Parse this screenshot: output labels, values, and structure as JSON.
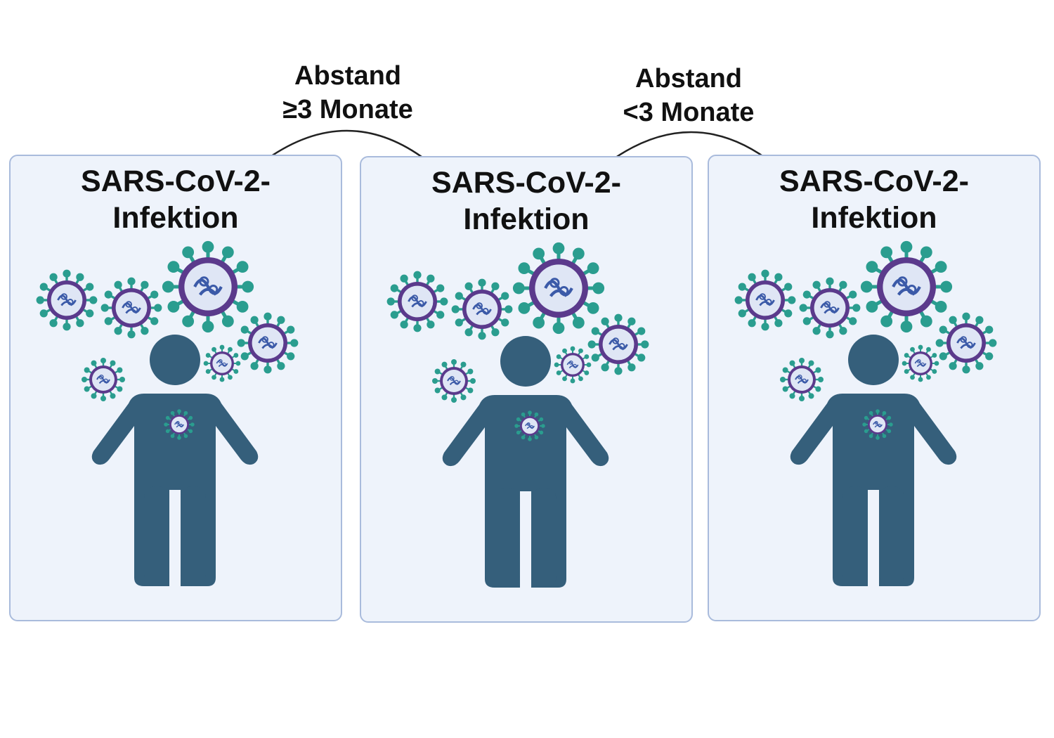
{
  "panels": [
    {
      "title_line1": "SARS-CoV-2-",
      "title_line2": "Infektion",
      "icon": "person-with-virus-icon"
    },
    {
      "title_line1": "SARS-CoV-2-",
      "title_line2": "Infektion",
      "icon": "person-with-virus-icon"
    },
    {
      "title_line1": "SARS-CoV-2-",
      "title_line2": "Infektion",
      "icon": "person-with-virus-icon"
    }
  ],
  "intervals": [
    {
      "line1": "Abstand",
      "line2": "≥3 Monate"
    },
    {
      "line1": "Abstand",
      "line2": "<3 Monate"
    }
  ],
  "colors": {
    "panel_bg": "#eef3fb",
    "panel_border": "#a9bbdc",
    "person": "#355f7b",
    "virus_spike": "#2a9d8f",
    "virus_membrane": "#5b3a8c",
    "virus_core": "#dfe6f5",
    "virus_rna": "#3b5aa8",
    "arrow": "#222222"
  }
}
